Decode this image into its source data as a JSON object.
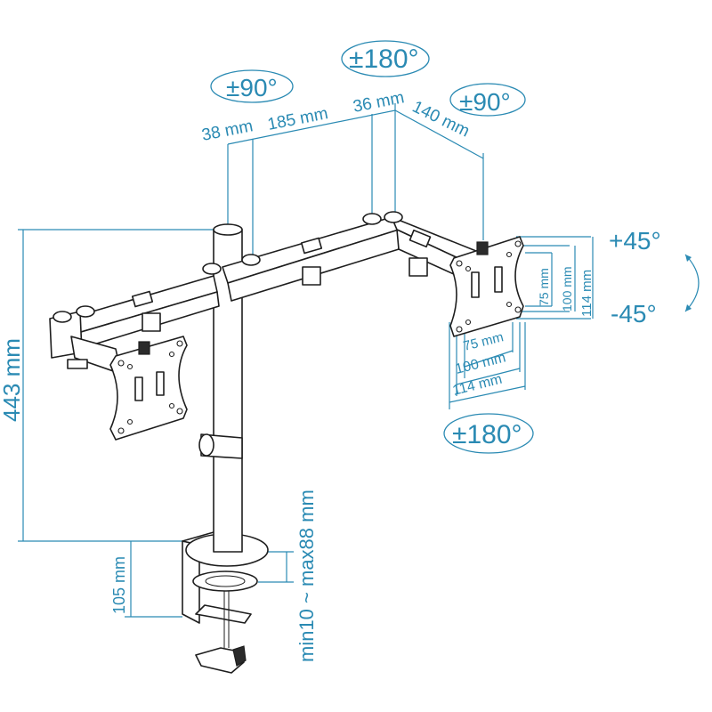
{
  "diagram": {
    "subject": "Dual monitor desk mount arm",
    "colors": {
      "dimension": "#2a8ab3",
      "outline": "#1e1e1e",
      "background": "#ffffff"
    },
    "rotation_labels": {
      "left_arm_swivel": "±90°",
      "center_joint_swivel": "±180°",
      "right_arm_swivel": "±90°",
      "tilt_up": "+45°",
      "tilt_down": "-45°",
      "screen_rotation": "±180°"
    },
    "arm_dimensions": {
      "segment_1": "38 mm",
      "segment_2": "185 mm",
      "segment_3": "36 mm",
      "segment_4": "140 mm"
    },
    "vesa_dimensions": {
      "vertical": [
        "75 mm",
        "100 mm",
        "114 mm"
      ],
      "horizontal": [
        "75 mm",
        "100 mm",
        "114 mm"
      ]
    },
    "height_dimensions": {
      "total_height": "443 mm",
      "clamp_height": "105 mm",
      "desk_thickness": "min10 ~ max88 mm"
    }
  }
}
